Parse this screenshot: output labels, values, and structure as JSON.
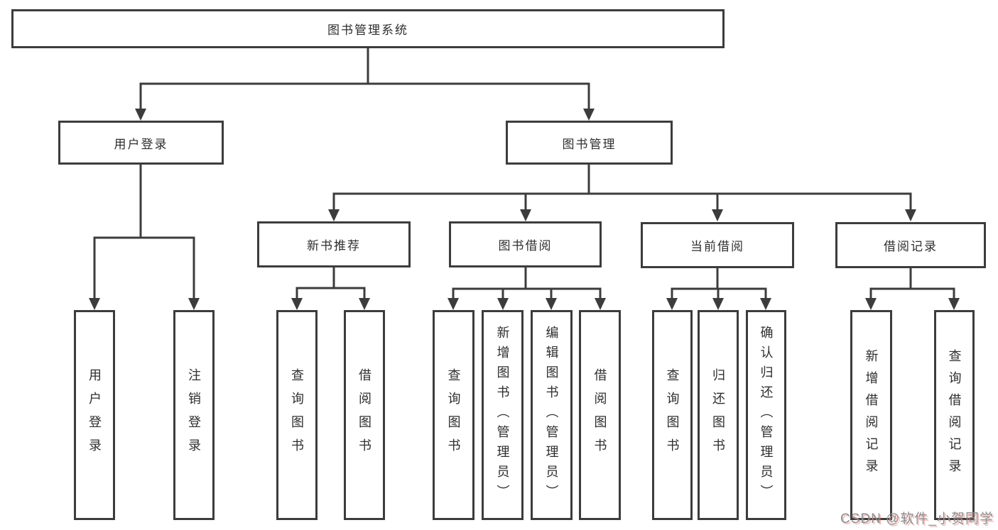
{
  "nodes": {
    "root": {
      "label": "图书管理系统"
    },
    "level2": [
      {
        "label": "用户登录"
      },
      {
        "label": "图书管理"
      }
    ],
    "level3": [
      {
        "label": "新书推荐",
        "parent": "图书管理"
      },
      {
        "label": "图书借阅",
        "parent": "图书管理"
      },
      {
        "label": "当前借阅",
        "parent": "图书管理"
      },
      {
        "label": "借阅记录",
        "parent": "图书管理"
      }
    ],
    "leaves": [
      {
        "label": "用户登录",
        "parent": "用户登录"
      },
      {
        "label": "注销登录",
        "parent": "用户登录"
      },
      {
        "label": "查询图书",
        "parent": "新书推荐"
      },
      {
        "label": "借阅图书",
        "parent": "新书推荐"
      },
      {
        "label": "查询图书",
        "parent": "图书借阅"
      },
      {
        "label": "新增图书（管理员）",
        "parent": "图书借阅"
      },
      {
        "label": "编辑图书（管理员）",
        "parent": "图书借阅"
      },
      {
        "label": "借阅图书",
        "parent": "图书借阅"
      },
      {
        "label": "查询图书",
        "parent": "当前借阅"
      },
      {
        "label": "归还图书",
        "parent": "当前借阅"
      },
      {
        "label": "确认归还（管理员）",
        "parent": "当前借阅"
      },
      {
        "label": "新增借阅记录",
        "parent": "借阅记录"
      },
      {
        "label": "查询借阅记录",
        "parent": "借阅记录"
      }
    ]
  },
  "watermark": {
    "text": "CSDN @软件_小贺同学"
  },
  "colors": {
    "line": "#3c3c3c",
    "text": "#2e2e2e",
    "background": "#ffffff",
    "watermark_gray": "#8f8f8f",
    "watermark_red": "#e06e6e"
  }
}
